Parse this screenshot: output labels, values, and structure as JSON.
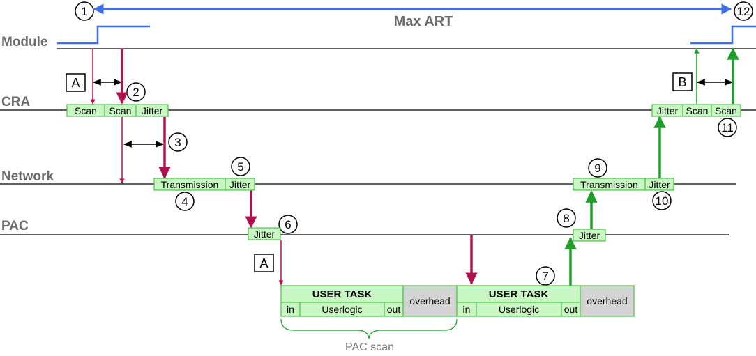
{
  "title": "Max ART",
  "lanes": {
    "module": "Module",
    "cra": "CRA",
    "network": "Network",
    "pac": "PAC"
  },
  "cra_left": {
    "scan1": "Scan",
    "scan2": "Scan",
    "jitter": "Jitter"
  },
  "cra_right": {
    "jitter": "Jitter",
    "scan1": "Scan",
    "scan2": "Scan"
  },
  "network_left": {
    "transmission": "Transmission",
    "jitter": "Jitter"
  },
  "network_right": {
    "transmission": "Transmission",
    "jitter": "Jitter"
  },
  "pac_jitter_left": "Jitter",
  "pac_jitter_right": "Jitter",
  "task1": {
    "title": "USER TASK",
    "in": "in",
    "logic": "Userlogic",
    "out": "out",
    "overhead": "overhead"
  },
  "task2": {
    "title": "USER TASK",
    "in": "in",
    "logic": "Userlogic",
    "out": "out",
    "overhead": "overhead"
  },
  "pac_scan_label": "PAC scan",
  "markers": {
    "m1": "1",
    "m2": "2",
    "m3": "3",
    "m4": "4",
    "m5": "5",
    "m6": "6",
    "m7": "7",
    "m8": "8",
    "m9": "9",
    "m10": "10",
    "m11": "11",
    "m12": "12"
  },
  "boxes": {
    "a1": "A",
    "a2": "A",
    "b": "B"
  },
  "colors": {
    "blue": "#3f6fe8",
    "crimson": "#b0124e",
    "green": "#1f9e2a",
    "box_fill": "#c9f7c4",
    "box_stroke": "#4cc24a",
    "overhead_fill": "#d4d4d4",
    "lane_line": "#000000"
  }
}
